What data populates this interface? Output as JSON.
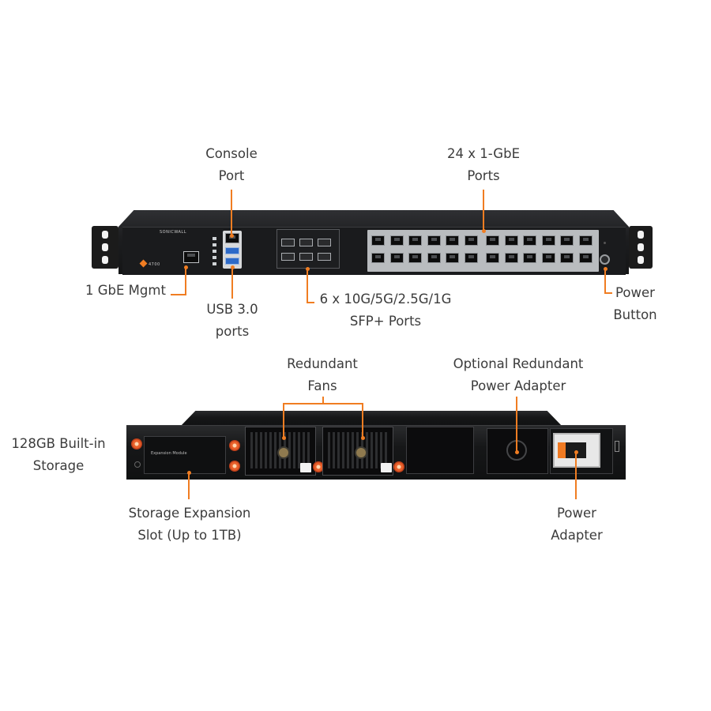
{
  "front": {
    "console_port": [
      "Console",
      "Port"
    ],
    "gbe_ports": [
      "24 x 1-GbE",
      "Ports"
    ],
    "mgmt": [
      "1 GbE Mgmt"
    ],
    "usb": [
      "USB 3.0",
      "ports"
    ],
    "sfp": [
      "6 x 10G/5G/2.5G/1G",
      "SFP+ Ports"
    ],
    "power_button": [
      "Power",
      "Button"
    ]
  },
  "rear": {
    "fans": [
      "Redundant",
      "Fans"
    ],
    "optional_psu": [
      "Optional Redundant",
      "Power Adapter"
    ],
    "storage": [
      "128GB Built-in",
      "Storage"
    ],
    "expansion": [
      "Storage Expansion",
      "Slot (Up to 1TB)"
    ],
    "power_adapter": [
      "Power",
      "Adapter"
    ]
  },
  "device": {
    "brand": "SONICWALL",
    "model": "4700",
    "expansion_module": "Expansion Module"
  },
  "colors": {
    "leader": "#f07d22",
    "chassis": "#1c1d1f",
    "text": "#3c3c3c"
  }
}
